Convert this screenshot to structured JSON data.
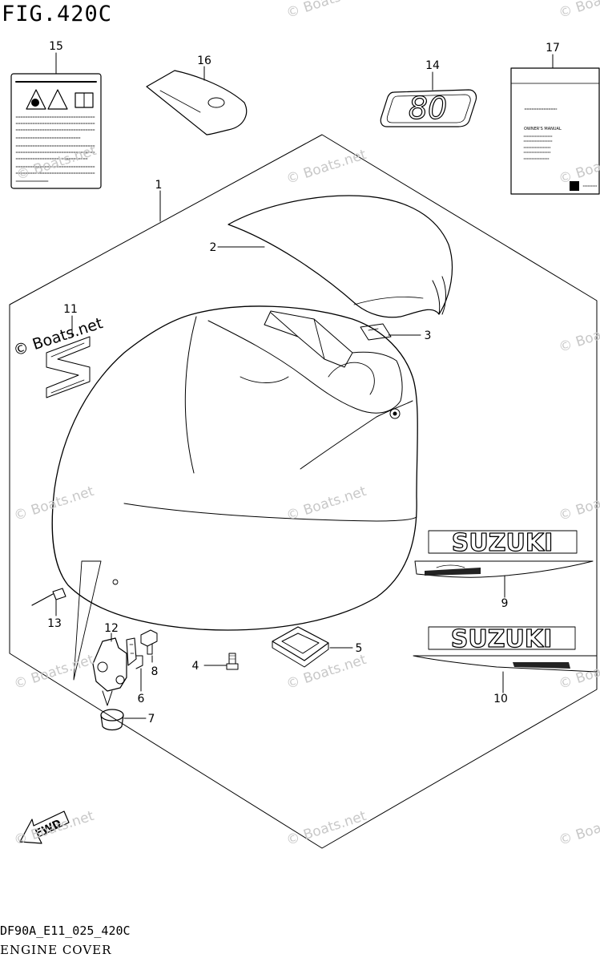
{
  "figure": {
    "title": "FIG.420C",
    "code": "DF90A_E11_025_420C",
    "name": "ENGINE COVER"
  },
  "watermark": {
    "text": "© Boats.net"
  },
  "decals": {
    "badge_80": "80",
    "brand": "SUZUKI",
    "fwd": "FWD",
    "manual_title": "OWNER'S MANUAL"
  },
  "callouts": [
    {
      "id": "1",
      "label": "1"
    },
    {
      "id": "2",
      "label": "2"
    },
    {
      "id": "3",
      "label": "3"
    },
    {
      "id": "4",
      "label": "4"
    },
    {
      "id": "5",
      "label": "5"
    },
    {
      "id": "6",
      "label": "6"
    },
    {
      "id": "7",
      "label": "7"
    },
    {
      "id": "8",
      "label": "8"
    },
    {
      "id": "9",
      "label": "9"
    },
    {
      "id": "10",
      "label": "10"
    },
    {
      "id": "11",
      "label": "11"
    },
    {
      "id": "12",
      "label": "12"
    },
    {
      "id": "13",
      "label": "13"
    },
    {
      "id": "14",
      "label": "14"
    },
    {
      "id": "15",
      "label": "15"
    },
    {
      "id": "16",
      "label": "16"
    },
    {
      "id": "17",
      "label": "17"
    }
  ]
}
